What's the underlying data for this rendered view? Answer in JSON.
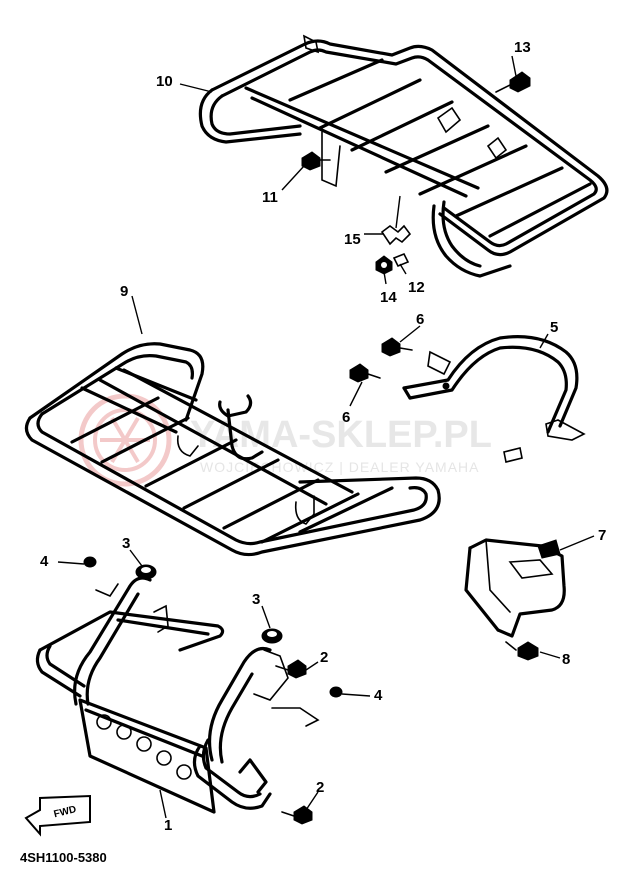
{
  "diagram": {
    "drawing_code": "4SH1100-5380",
    "fwd_label": "FWD",
    "callouts": [
      {
        "id": "c1",
        "label": "1"
      },
      {
        "id": "c2a",
        "label": "2"
      },
      {
        "id": "c2b",
        "label": "2"
      },
      {
        "id": "c3a",
        "label": "3"
      },
      {
        "id": "c3b",
        "label": "3"
      },
      {
        "id": "c4a",
        "label": "4"
      },
      {
        "id": "c4b",
        "label": "4"
      },
      {
        "id": "c5",
        "label": "5"
      },
      {
        "id": "c6a",
        "label": "6"
      },
      {
        "id": "c6b",
        "label": "6"
      },
      {
        "id": "c7",
        "label": "7"
      },
      {
        "id": "c8",
        "label": "8"
      },
      {
        "id": "c9",
        "label": "9"
      },
      {
        "id": "c10",
        "label": "10"
      },
      {
        "id": "c11",
        "label": "11"
      },
      {
        "id": "c12",
        "label": "12"
      },
      {
        "id": "c13",
        "label": "13"
      },
      {
        "id": "c14",
        "label": "14"
      },
      {
        "id": "c15",
        "label": "15"
      }
    ]
  },
  "watermark": {
    "title": "YAMA-SKLEP.PL",
    "subtitle": "WOJCIECHOWICZ | DEALER YAMAHA",
    "logo_color": "#f2c4c4"
  }
}
